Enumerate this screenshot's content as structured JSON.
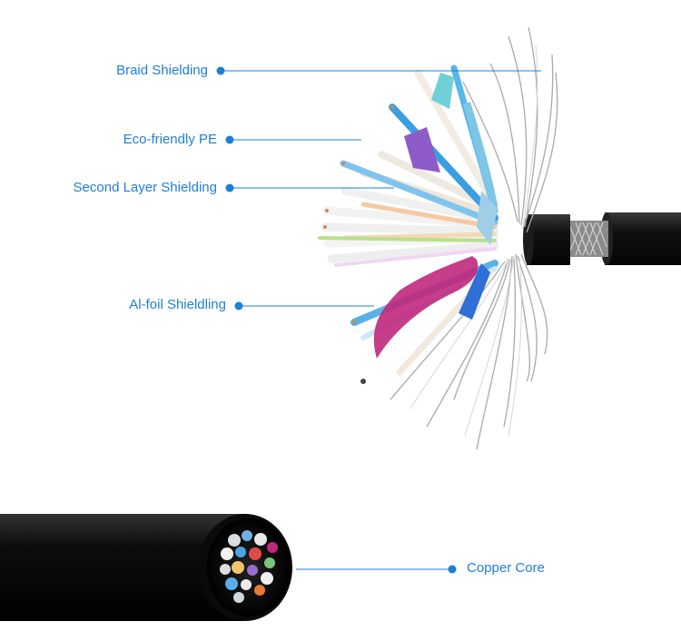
{
  "labels": {
    "braid": "Braid Shielding",
    "eco": "Eco-friendly PE",
    "second": "Second Layer Shielding",
    "foil": "Al-foil Shieldling",
    "copper": "Copper Core"
  },
  "colors": {
    "accent": "#1e7fd6",
    "cable_jacket": "#0f0f0f",
    "background": "#ffffff"
  }
}
